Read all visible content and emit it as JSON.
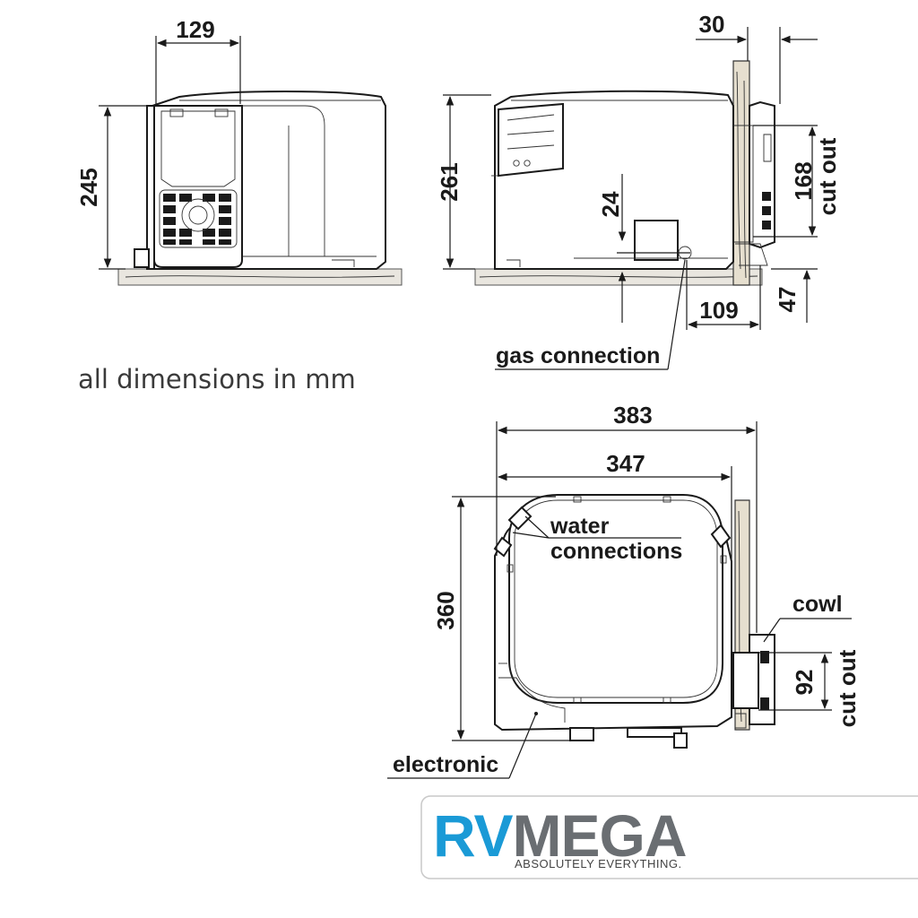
{
  "note": "all dimensions in mm",
  "front_view": {
    "width": "129",
    "height": "245"
  },
  "side_view": {
    "height": "261",
    "gas_offset": "24",
    "wall": "30",
    "cutout": "168",
    "cutout_label": "cut out",
    "floor_offset": "47",
    "gas_distance": "109",
    "gas_label": "gas connection"
  },
  "top_view": {
    "overall_width": "383",
    "body_width": "347",
    "depth": "360",
    "water_label_1": "water",
    "water_label_2": "connections",
    "cowl_label": "cowl",
    "cutout": "92",
    "cutout_label": "cut out",
    "electronic_label": "electronic"
  },
  "logo": {
    "rv": "RV",
    "mega": "MEGA",
    "tagline": "ABSOLUTELY EVERYTHING.",
    "colors": {
      "rv": "#1a9ad6",
      "mega": "#6a6e72"
    }
  }
}
